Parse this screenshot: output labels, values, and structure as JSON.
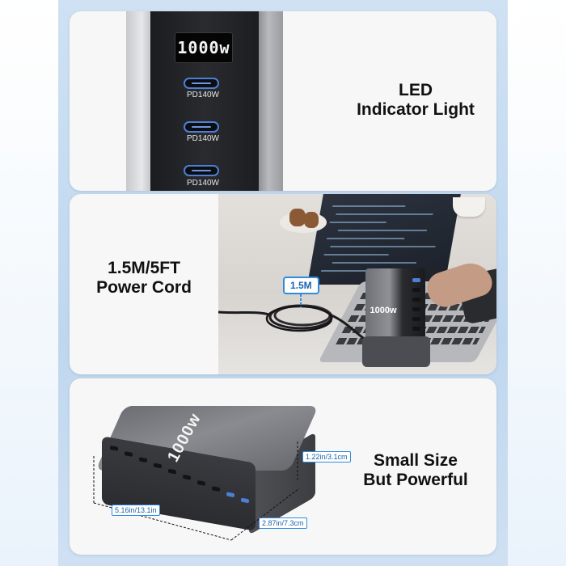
{
  "panels": [
    {
      "caption_line1": "LED",
      "caption_line2": "Indicator Light",
      "display": "1000w",
      "ports": [
        "PD140W",
        "PD140W",
        "PD140W"
      ]
    },
    {
      "caption_line1": "1.5M/5FT",
      "caption_line2": "Power Cord",
      "cord_tag": "1.5M",
      "device_text": "1000w"
    },
    {
      "caption_line1": "Small Size",
      "caption_line2": "But Powerful",
      "device_text": "1000w",
      "dimensions": {
        "height": "1.22in/3.1cm",
        "length": "5.16in/13.1in",
        "width": "2.87in/7.3cm"
      }
    }
  ],
  "colors": {
    "frame": "#c7dcf0",
    "panel": "#f7f7f8",
    "port_accent": "#4d7fd6",
    "tag_border": "#2f8be0"
  }
}
